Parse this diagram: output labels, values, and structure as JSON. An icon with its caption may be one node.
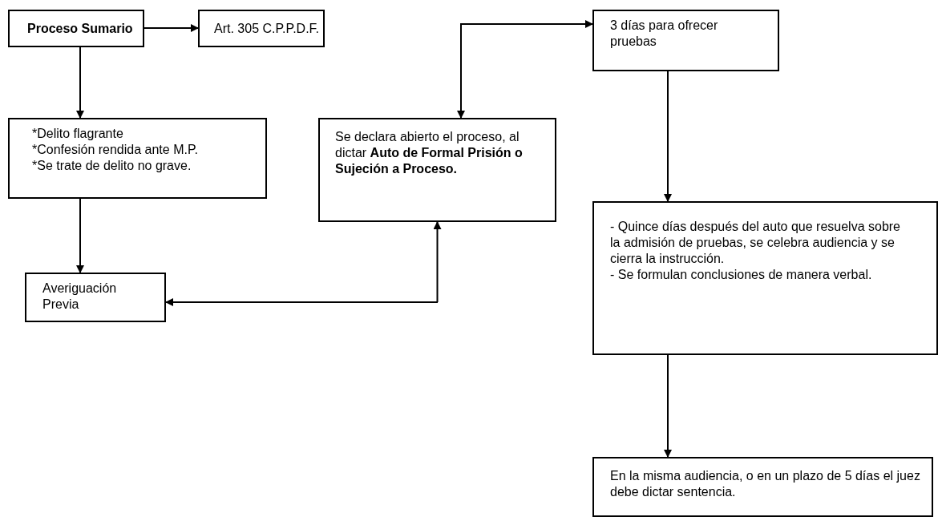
{
  "diagram": {
    "nodes": [
      {
        "text": [
          "Proceso Sumario"
        ]
      },
      {
        "text": [
          "Art. 305 C.P.P.D.F."
        ]
      },
      {
        "text": [
          "*Delito flagrante",
          "*Confesión rendida ante M.P.",
          "*Se trate de delito no grave."
        ]
      },
      {
        "text": [
          "Averiguación Previa"
        ]
      },
      {
        "text": [
          "Se declara abierto el proceso, al dictar **Auto de Formal Prisión o Sujeción a Proceso.**"
        ]
      },
      {
        "text": [
          "3 días para ofrecer pruebas"
        ]
      },
      {
        "text": [
          "- Quince días después del auto que resuelva sobre la admisión de pruebas, se celebra audiencia y se cierra la instrucción.",
          "- Se formulan conclusiones de manera verbal."
        ]
      },
      {
        "text": [
          "En la misma audiencia, o en un plazo de 5 días el juez debe dictar sentencia."
        ]
      }
    ],
    "edges": [
      {
        "from": 0,
        "to": 1,
        "arrow": "to"
      },
      {
        "from": 0,
        "to": 2,
        "arrow": "to"
      },
      {
        "from": 2,
        "to": 3,
        "arrow": "to"
      },
      {
        "from": 3,
        "to": 4,
        "arrow": "both"
      },
      {
        "from": 4,
        "to": 5,
        "arrow": "both"
      },
      {
        "from": 5,
        "to": 6,
        "arrow": "to"
      },
      {
        "from": 6,
        "to": 7,
        "arrow": "to"
      }
    ]
  }
}
